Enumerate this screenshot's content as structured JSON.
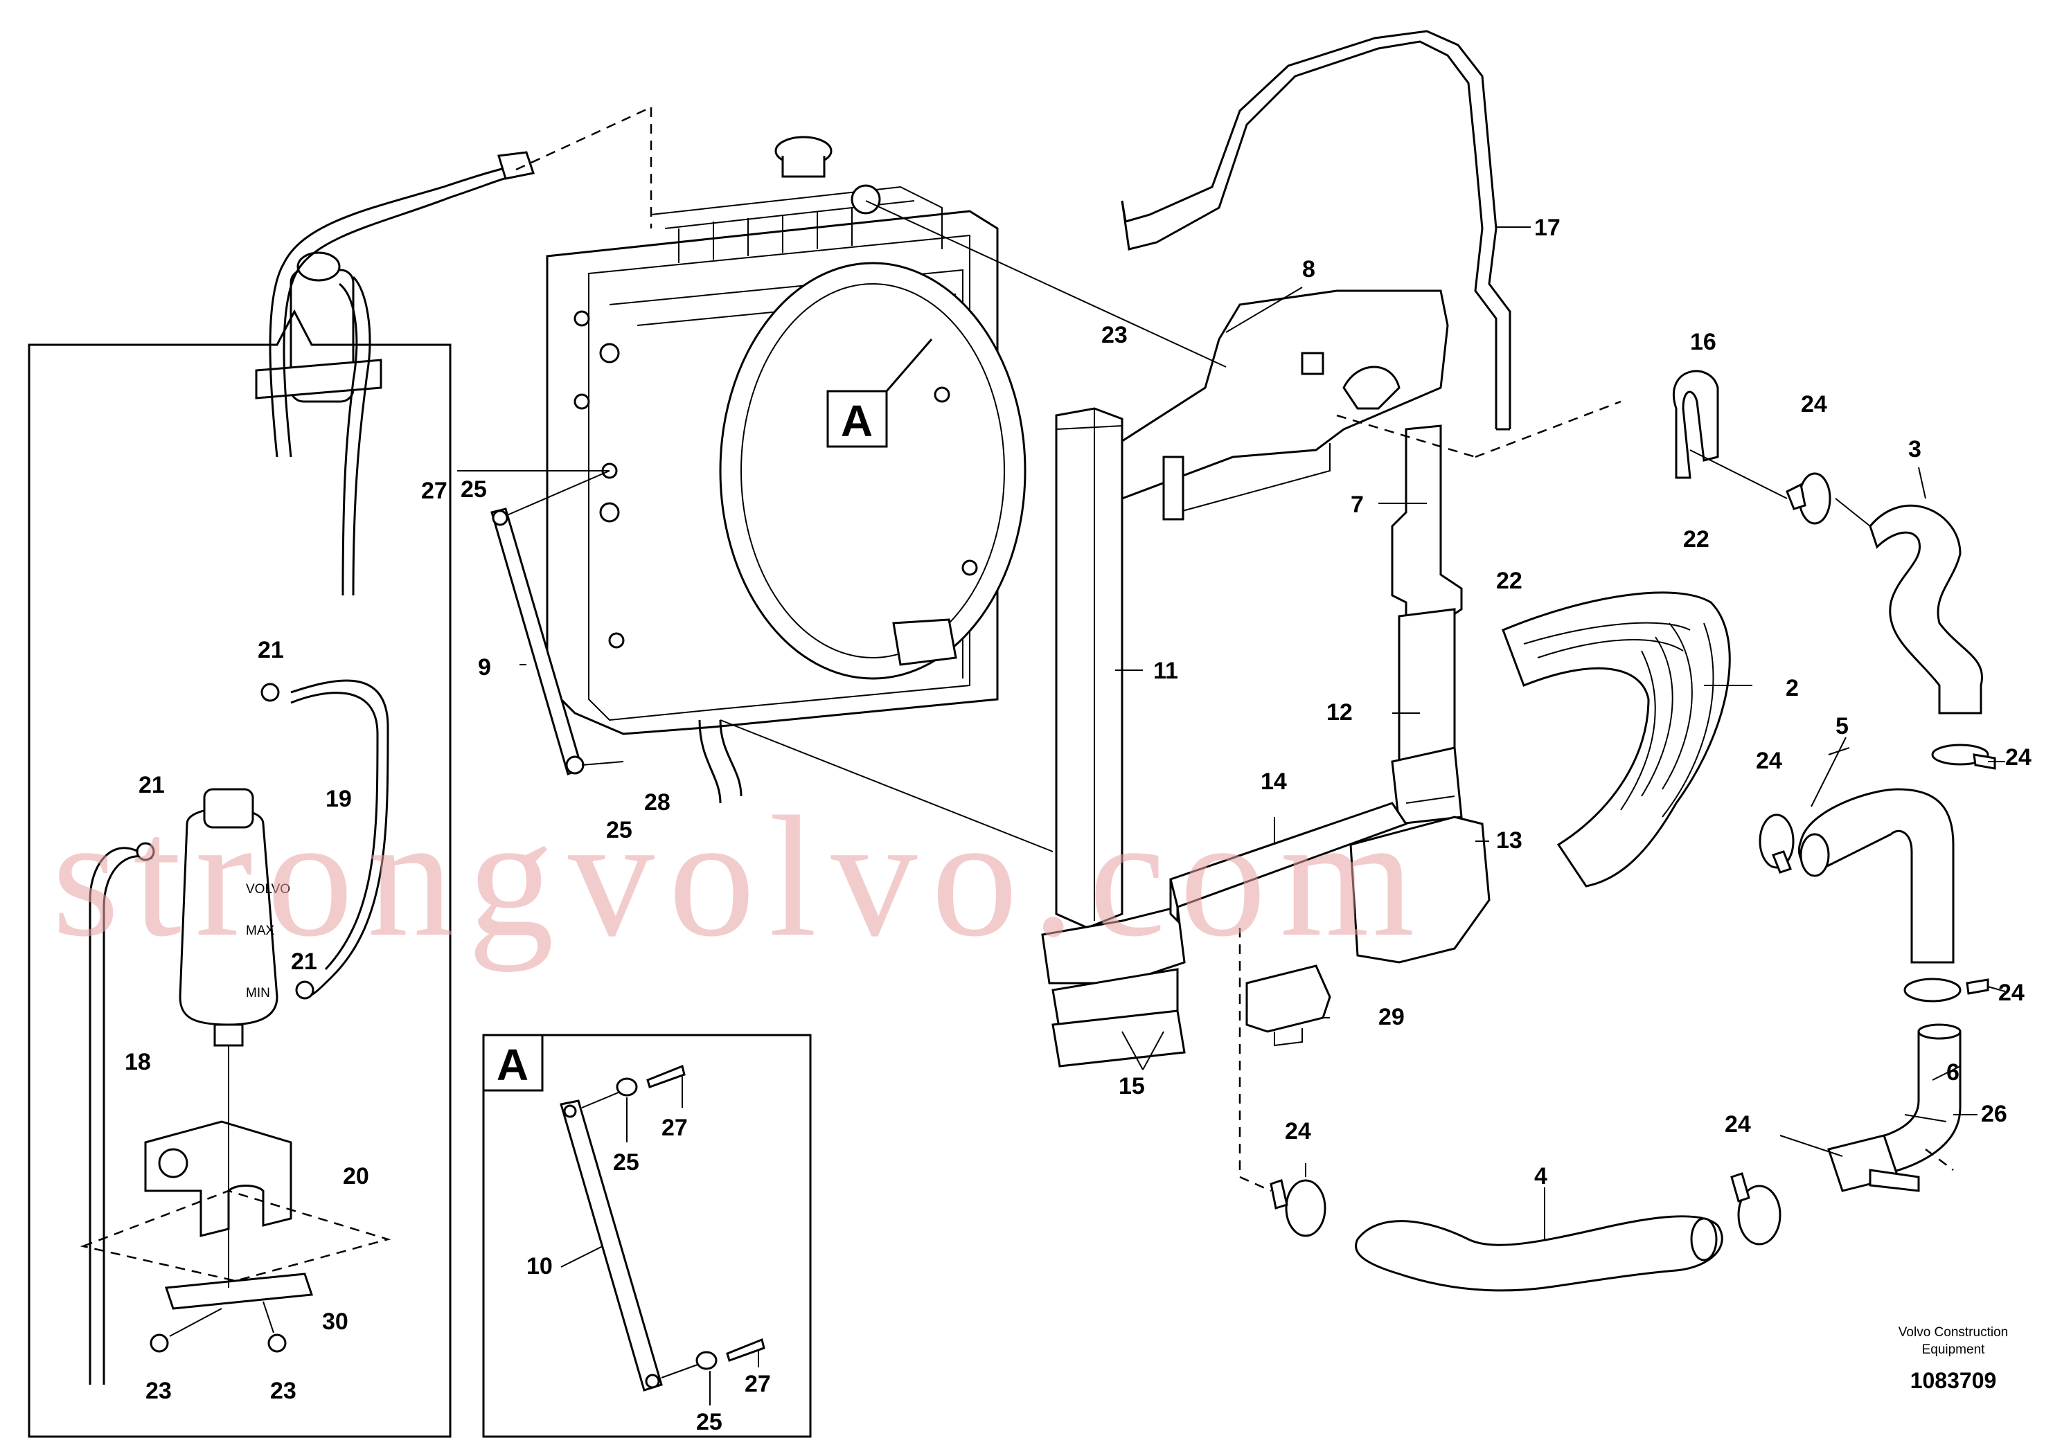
{
  "callouts": {
    "c2": "2",
    "c3": "3",
    "c4": "4",
    "c5": "5",
    "c6": "6",
    "c7": "7",
    "c8": "8",
    "c9": "9",
    "c11": "11",
    "c12": "12",
    "c13": "13",
    "c14": "14",
    "c15": "15",
    "c16": "16",
    "c17": "17",
    "c22a": "22",
    "c22b": "22",
    "c23top": "23",
    "c24a": "24",
    "c24b": "24",
    "c24c": "24",
    "c24d": "24",
    "c24e": "24",
    "c24f": "24",
    "c25a": "25",
    "c25b": "25",
    "c26": "26",
    "c27a": "27",
    "c28": "28",
    "c29": "29"
  },
  "detail_left": {
    "c18": "18",
    "c19": "19",
    "c20": "20",
    "c21a": "21",
    "c21b": "21",
    "c21c": "21",
    "c23a": "23",
    "c23b": "23",
    "c30": "30",
    "tank_text": [
      "VOLVO",
      "MAX",
      "MIN"
    ]
  },
  "detail_a": {
    "title": "A",
    "c10": "10",
    "c25": "25",
    "c27a": "27",
    "c27b": "27",
    "c25b": "25"
  },
  "view_a_marker": "A",
  "watermark": "strongvolvo.com",
  "footer": {
    "company_line1": "Volvo Construction",
    "company_line2": "Equipment",
    "drawing_number": "1083709"
  }
}
